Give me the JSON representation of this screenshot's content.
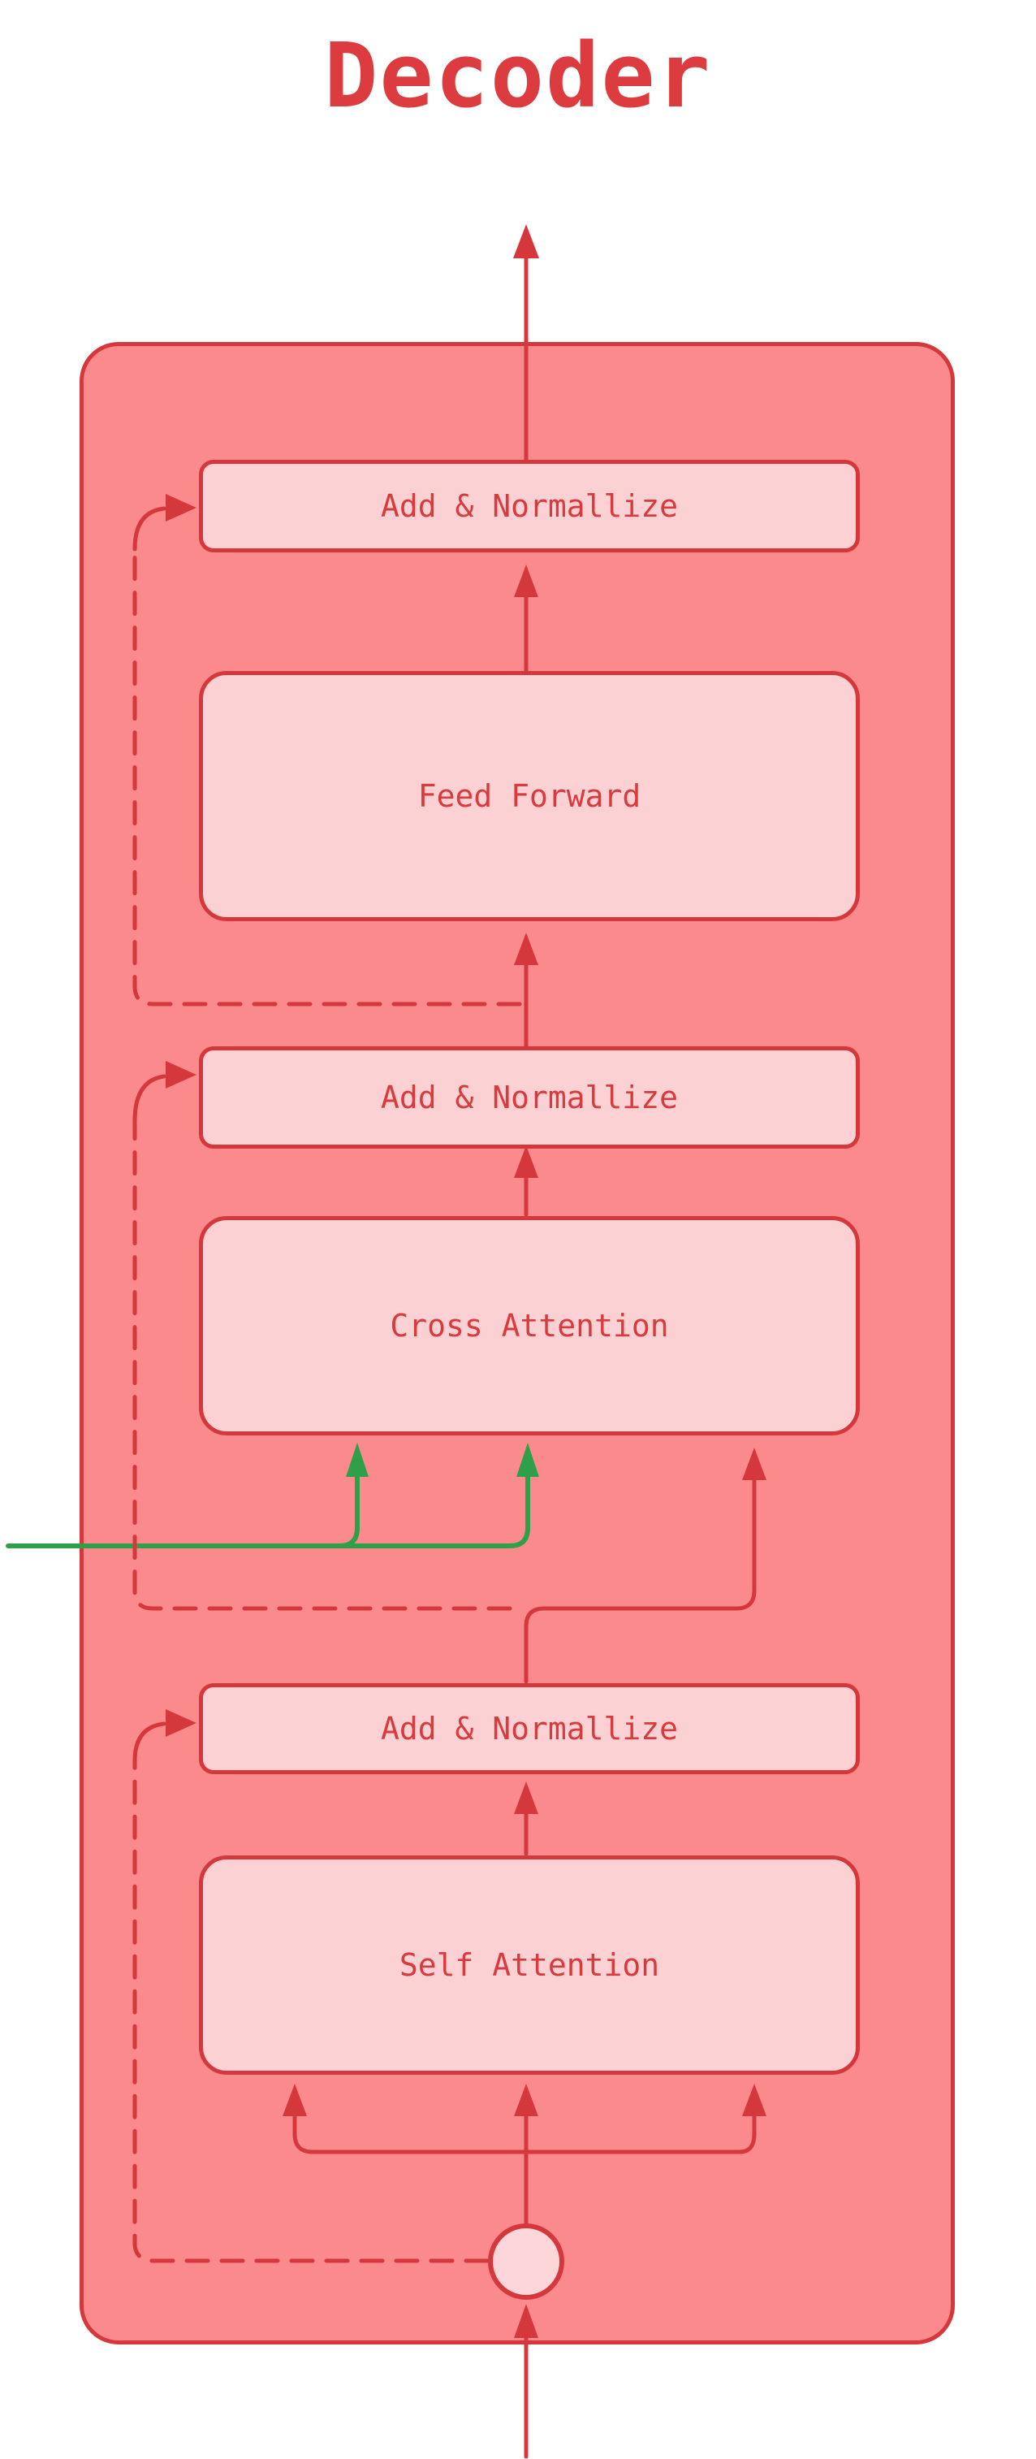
{
  "title": "Decoder",
  "blocks": {
    "add_norm_top": {
      "label": "Add & Normallize"
    },
    "feed_forward": {
      "label": "Feed Forward"
    },
    "add_norm_mid": {
      "label": "Add & Normallize"
    },
    "cross_attention": {
      "label": "Cross Attention"
    },
    "add_norm_bottom": {
      "label": "Add & Normallize"
    },
    "self_attention": {
      "label": "Self Attention"
    }
  },
  "colors": {
    "accent_red": "#d5383c",
    "title_red": "#dc3c40",
    "text_red": "#d93a3e",
    "container_fill": "#fb8a8c",
    "block_fill": "#fbd1d4",
    "circle_fill": "#fcd6d8",
    "encoder_green": "#2f9f4a",
    "background": "#ffffff"
  }
}
